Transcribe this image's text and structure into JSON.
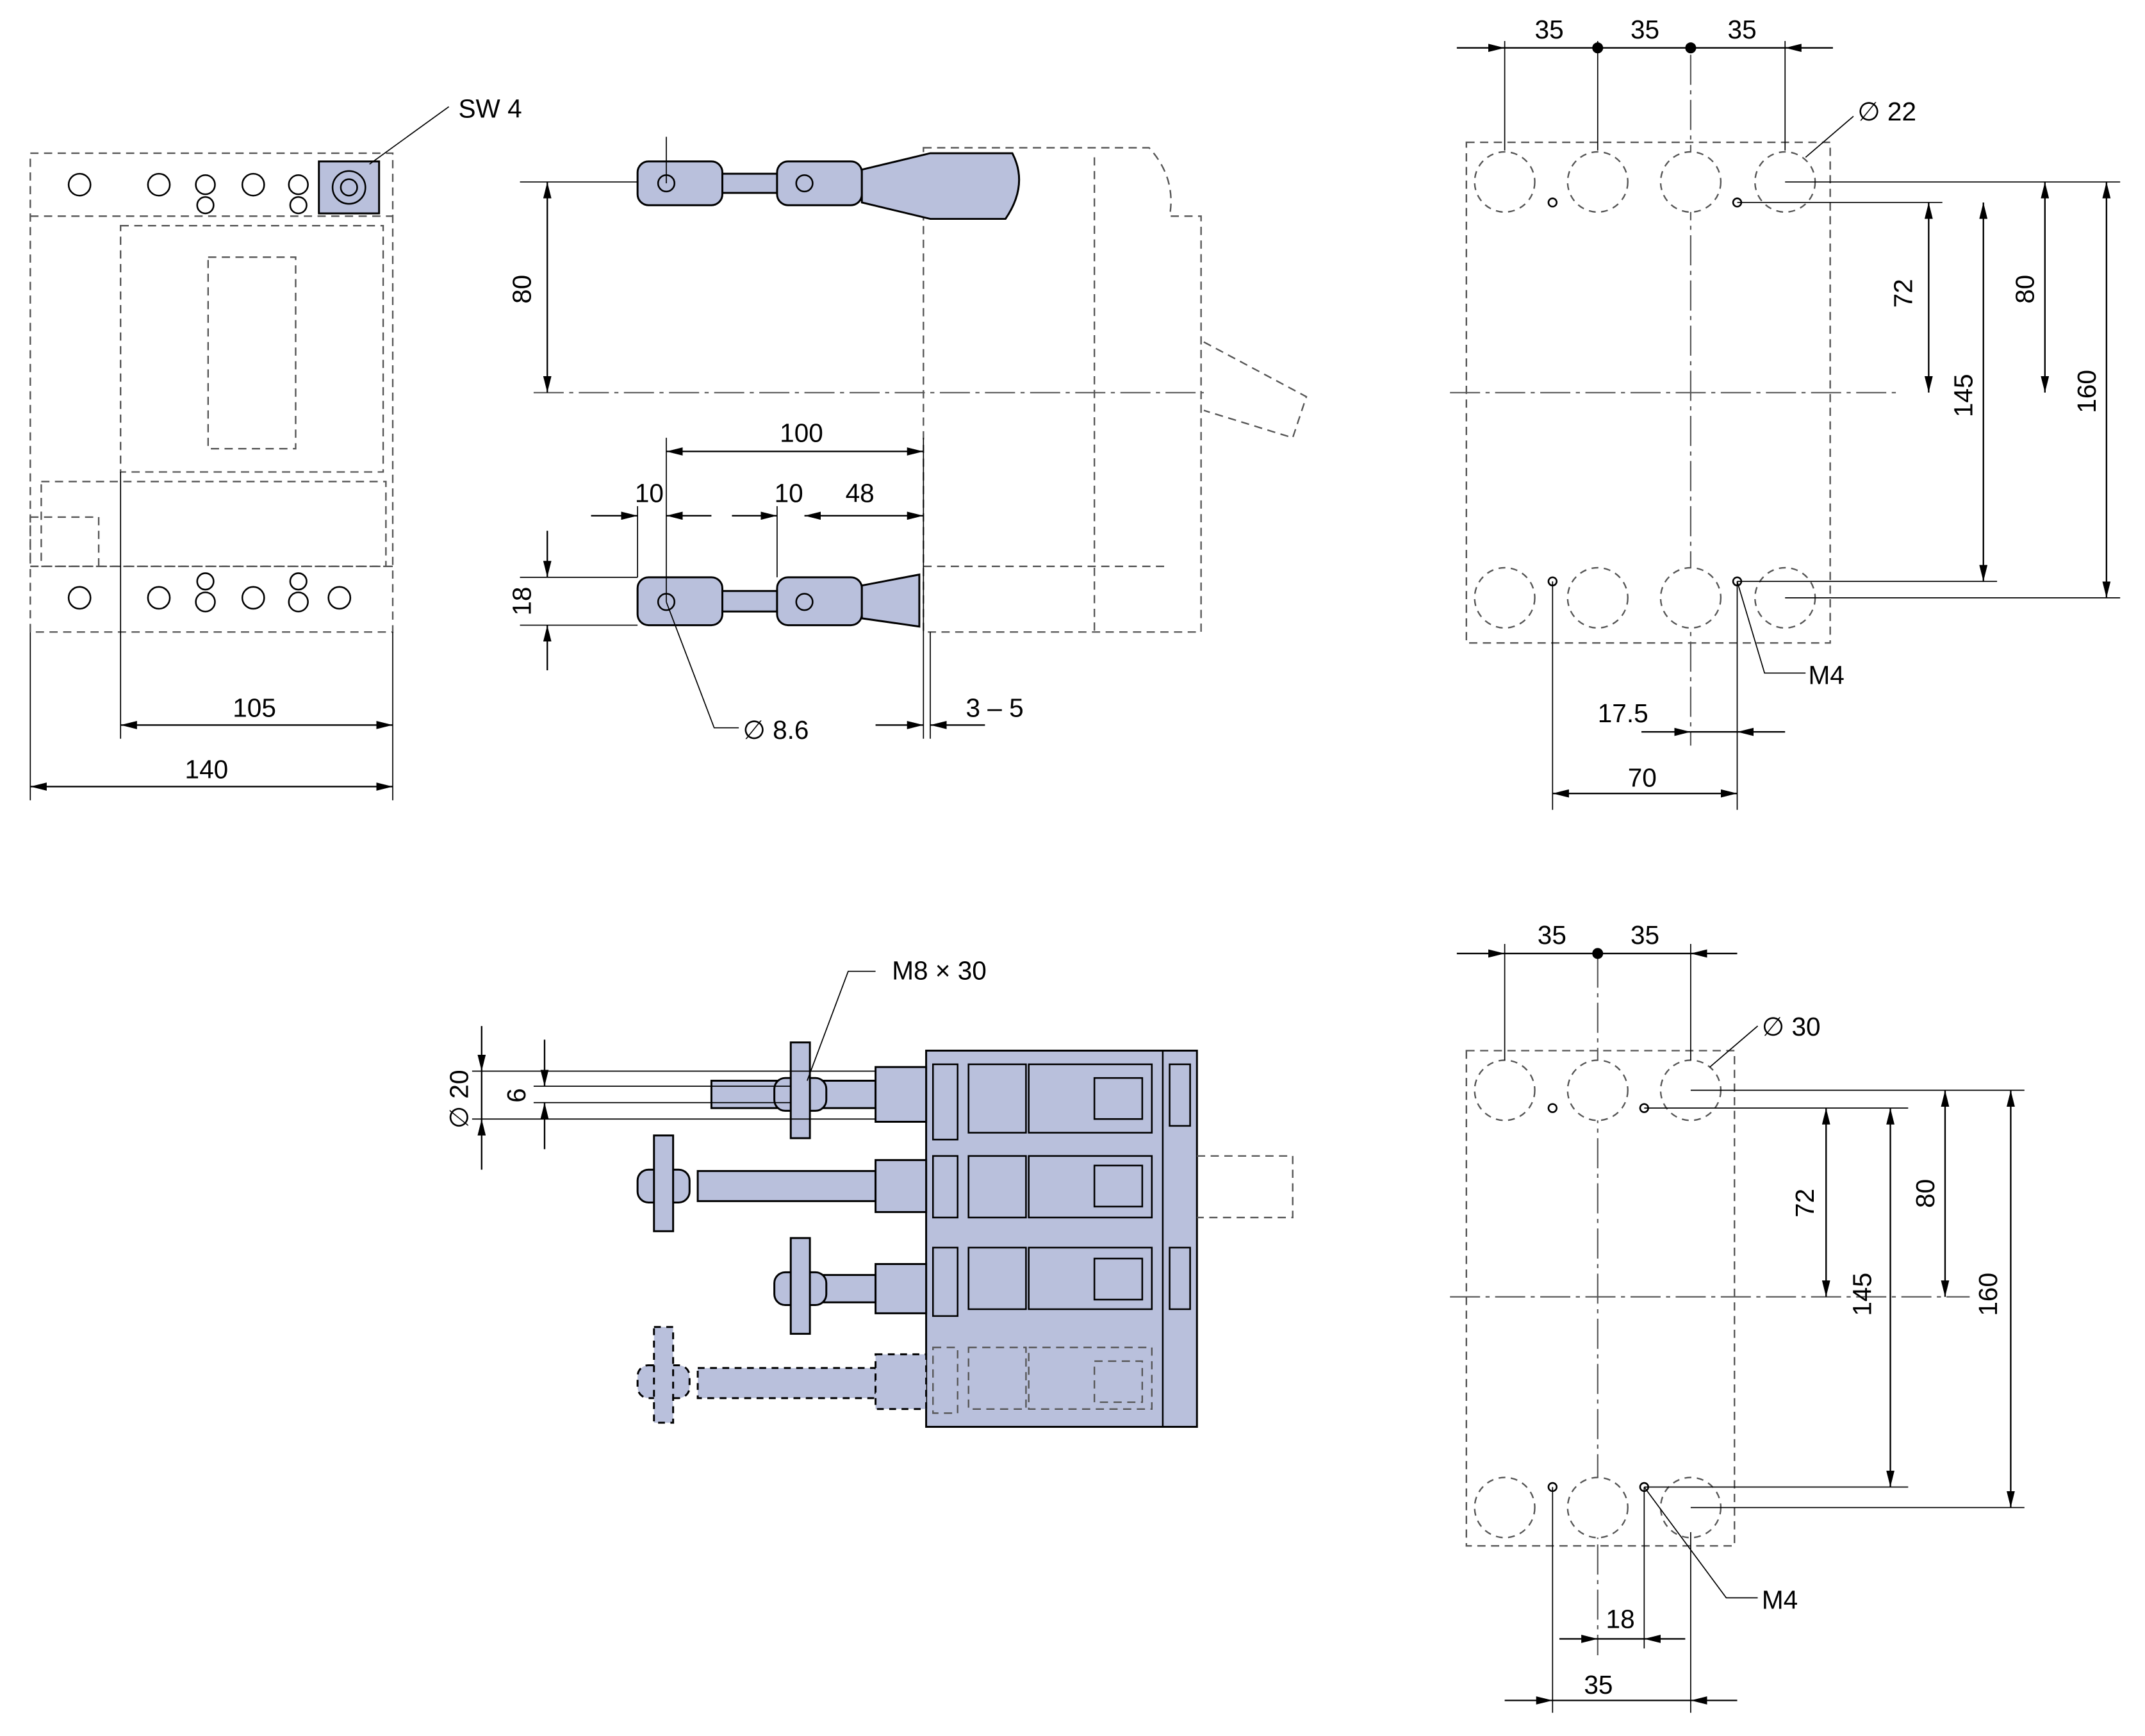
{
  "title": "Circuit breaker terminal dimension drawing",
  "colors": {
    "part_fill": "#b9c0dc",
    "line": "#000000",
    "hidden_line": "#555555"
  },
  "front_view": {
    "sw_label": "SW 4",
    "dim_105": "105",
    "dim_140": "140"
  },
  "side_view": {
    "dim_80": "80",
    "dim_100": "100",
    "dim_10a": "10",
    "dim_10b": "10",
    "dim_48": "48",
    "dim_18": "18",
    "hole_dia": "∅ 8.6",
    "gap": "3 – 5"
  },
  "drilling_3_4pole": {
    "pitch": [
      "35",
      "35",
      "35"
    ],
    "hole_dia": "∅ 22",
    "dim_72": "72",
    "dim_145": "145",
    "dim_80": "80",
    "dim_160": "160",
    "thread": "M4",
    "dim_17_5": "17.5",
    "dim_70": "70"
  },
  "top_view": {
    "bolt": "M8 × 30",
    "dia_20": "∅ 20",
    "dim_6": "6"
  },
  "drilling_3pole": {
    "pitch": [
      "35",
      "35"
    ],
    "hole_dia": "∅ 30",
    "dim_72": "72",
    "dim_145": "145",
    "dim_80": "80",
    "dim_160": "160",
    "thread": "M4",
    "dim_18": "18",
    "dim_35": "35"
  }
}
